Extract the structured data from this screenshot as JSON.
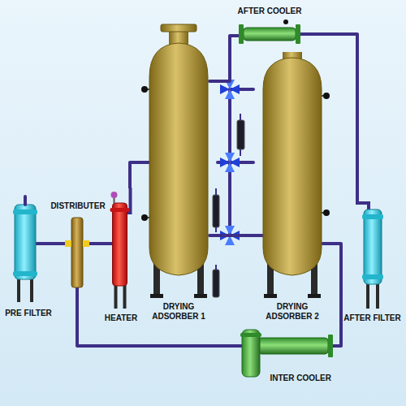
{
  "diagram": {
    "nodes": [
      {
        "text": [
          "PRE FILTER"
        ]
      },
      {
        "text": [
          "DISTRIBUTER"
        ]
      },
      {
        "text": [
          "HEATER"
        ]
      },
      {
        "text": [
          "DRYING ADSORBER 1"
        ]
      },
      {
        "text": [
          "DRYING ADSORBER 2"
        ]
      },
      {
        "text": [
          "AFTER COOLER"
        ]
      },
      {
        "text": [
          "AFTER FILTER"
        ]
      },
      {
        "text": [
          "INTER COOLER"
        ]
      }
    ],
    "edges": [
      {
        "from": 0,
        "to": 1,
        "arrow": "none"
      },
      {
        "from": 1,
        "to": 2,
        "arrow": "none"
      },
      {
        "from": 2,
        "to": 3,
        "arrow": "none"
      },
      {
        "from": 3,
        "to": 4,
        "arrow": "none"
      },
      {
        "from": 3,
        "to": 5,
        "arrow": "none"
      },
      {
        "from": 5,
        "to": 6,
        "arrow": "none"
      },
      {
        "from": 1,
        "to": 7,
        "arrow": "none"
      },
      {
        "from": 4,
        "to": 7,
        "arrow": "none"
      }
    ]
  }
}
